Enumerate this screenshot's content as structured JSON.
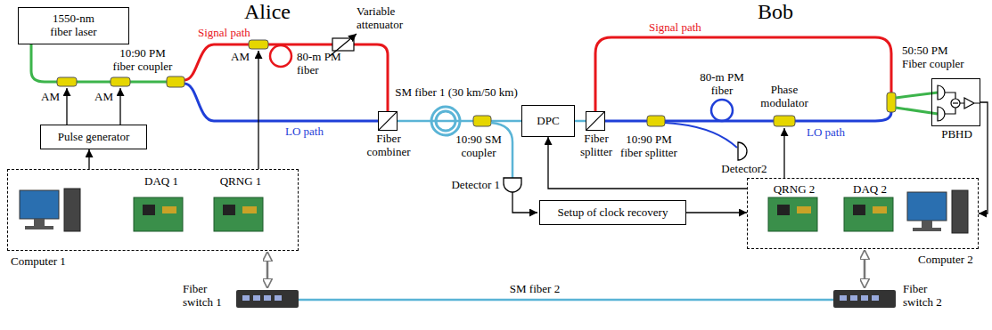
{
  "diagram": {
    "nodes": [
      {
        "text": [
          "1550-nm fiber laser"
        ]
      },
      {
        "text": [
          "Pulse generator"
        ]
      },
      {
        "text": [
          "DAQ 1",
          "QRNG 1"
        ]
      },
      {
        "text": [
          "Fiber combiner"
        ]
      },
      {
        "text": [
          "DPC"
        ]
      },
      {
        "text": [
          "Fiber splitter"
        ]
      },
      {
        "text": [
          "Setup of clock recovery"
        ]
      },
      {
        "text": [
          "QRNG 2",
          "DAQ 2"
        ]
      },
      {
        "text": [
          "PBHD"
        ]
      }
    ],
    "edges": [
      {
        "from": 2,
        "to": 1,
        "arrow": "to"
      },
      {
        "from": 3,
        "to": 4,
        "arrow": "none"
      },
      {
        "from": 4,
        "to": 5,
        "arrow": "none"
      },
      {
        "from": 6,
        "to": 7,
        "arrow": "to"
      },
      {
        "from": 7,
        "to": 4,
        "arrow": "to"
      },
      {
        "from": 8,
        "to": 7,
        "arrow": "to"
      }
    ],
    "labels": [
      "Alice",
      "Bob",
      "Signal path",
      "LO path",
      "AM",
      "AM",
      "AM",
      "10:90 PM fiber coupler",
      "80-m PM fiber",
      "Variable attenuator",
      "SM fiber 1 (30 km/50 km)",
      "10:90 SM coupler",
      "Detector 1",
      "Signal path",
      "10:90 PM fiber splitter",
      "80-m PM fiber",
      "Phase modulator",
      "LO path",
      "Detector2",
      "50:50 PM Fiber coupler",
      "Computer 1",
      "Fiber switch 1",
      "SM fiber 2",
      "Fiber switch 2",
      "Computer 2"
    ]
  }
}
